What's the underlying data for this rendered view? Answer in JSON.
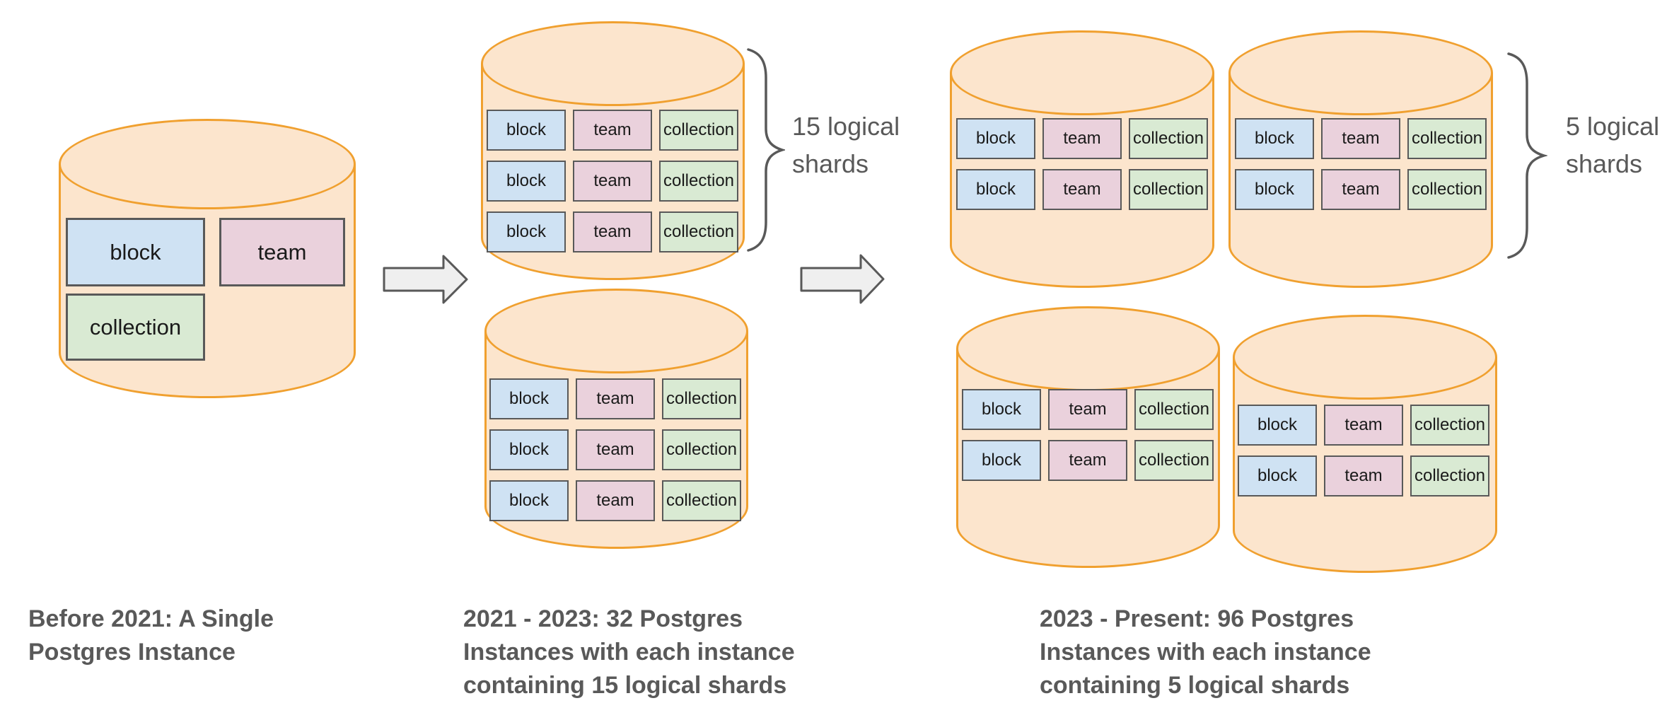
{
  "labels": {
    "block": "block",
    "team": "team",
    "collection": "collection"
  },
  "stages": [
    {
      "caption": "Before 2021: A Single\nPostgres Instance",
      "tables_shown": [
        "block",
        "team",
        "collection"
      ]
    },
    {
      "caption": "2021 - 2023: 32 Postgres\nInstances with each instance\ncontaining 15 logical shards",
      "shard_label": "15 logical\nshards",
      "shard_rows_shown_per_cylinder": 3,
      "cylinders_shown": 2
    },
    {
      "caption": "2023 - Present: 96 Postgres\nInstances with each instance\ncontaining 5 logical shards",
      "shard_label": "5 logical\nshards",
      "shard_rows_shown_per_cylinder": 2,
      "cylinders_shown": 4
    }
  ],
  "colors": {
    "cylinder_fill": "#FCE5CD",
    "cylinder_stroke": "#F0A02F",
    "block_fill": "#CFE2F3",
    "team_fill": "#EAD1DC",
    "collection_fill": "#D9EAD3",
    "box_border": "#595959",
    "caption_text": "#595959",
    "arrow_fill": "#EFEFEF",
    "arrow_stroke": "#595959",
    "brace": "#595959"
  }
}
